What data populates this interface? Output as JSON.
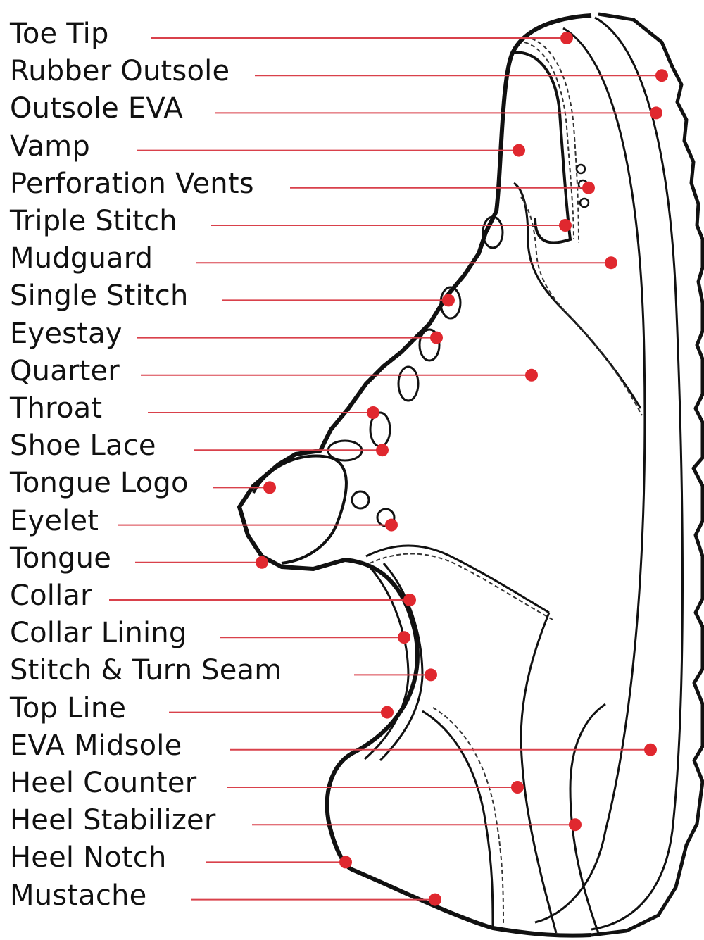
{
  "colors": {
    "leader_line": "#d9414b",
    "marker": "#e0282f",
    "outline": "#111111",
    "text": "#111111"
  },
  "parts": [
    {
      "name": "Toe Tip"
    },
    {
      "name": "Rubber Outsole"
    },
    {
      "name": "Outsole EVA"
    },
    {
      "name": "Vamp"
    },
    {
      "name": "Perforation Vents"
    },
    {
      "name": "Triple Stitch"
    },
    {
      "name": "Mudguard"
    },
    {
      "name": "Single Stitch"
    },
    {
      "name": "Eyestay"
    },
    {
      "name": "Quarter"
    },
    {
      "name": "Throat"
    },
    {
      "name": "Shoe Lace"
    },
    {
      "name": "Tongue Logo"
    },
    {
      "name": "Eyelet"
    },
    {
      "name": "Tongue"
    },
    {
      "name": "Collar"
    },
    {
      "name": "Collar Lining"
    },
    {
      "name": "Stitch & Turn Seam"
    },
    {
      "name": "Top Line"
    },
    {
      "name": "EVA Midsole"
    },
    {
      "name": "Heel Counter"
    },
    {
      "name": "Heel Stabilizer"
    },
    {
      "name": "Heel Notch"
    },
    {
      "name": "Mustache"
    }
  ]
}
